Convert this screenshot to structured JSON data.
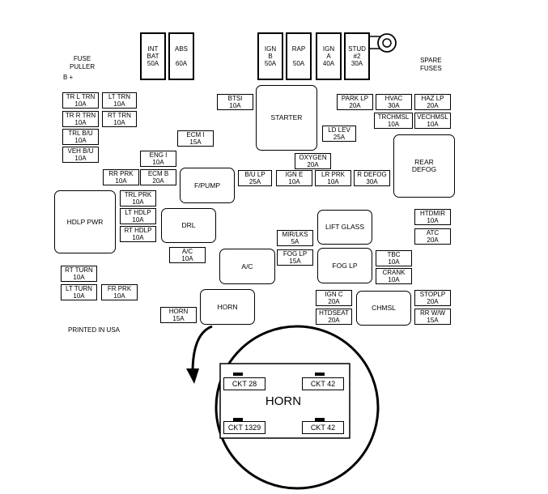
{
  "labels": {
    "fuse_puller": "FUSE\nPULLER",
    "b_plus": "B +",
    "spare_fuses": "SPARE\nFUSES",
    "printed": "PRINTED IN USA"
  },
  "fuses": {
    "int_bat": "INT\nBAT\n50A",
    "abs": "ABS\n\n60A",
    "ign_b": "IGN\nB\n50A",
    "rap": "RAP\n\n50A",
    "ign_a": "IGN\nA\n40A",
    "stud2": "STUD\n#2\n30A",
    "tr_l_trn": "TR L TRN\n10A",
    "lt_trn": "LT TRN\n10A",
    "tr_r_trn": "TR R TRN\n10A",
    "rt_trn": "RT TRN\n10A",
    "trl_bu": "TRL B/U\n10A",
    "veh_bu": "VEH B/U\n10A",
    "btsi": "BTSI\n10A",
    "park_lp": "PARK LP\n20A",
    "hvac": "HVAC\n30A",
    "haz_lp": "HAZ LP\n20A",
    "trchmsl": "TRCHMSL\n10A",
    "vechmsl": "VECHMSL\n10A",
    "ld_lev": "LD LEV\n25A",
    "ecm_i": "ECM I\n15A",
    "eng_i": "ENG I\n10A",
    "oxygen": "OXYGEN\n20A",
    "rr_prk": "RR PRK\n10A",
    "ecm_b": "ECM B\n20A",
    "bu_lp": "B/U LP\n25A",
    "ign_e": "IGN E\n10A",
    "lr_prk": "LR PRK\n10A",
    "r_defog": "R DEFOG\n30A",
    "trl_prk": "TRL PRK\n10A",
    "lt_hdlp": "LT HDLP\n10A",
    "rt_hdlp": "RT HDLP\n10A",
    "htdmir": "HTDMIR\n10A",
    "atc": "ATC\n20A",
    "mir_lks": "MIR/LKS\n5A",
    "fog_lp": "FOG LP\n15A",
    "ac_fuse": "A/C\n10A",
    "tbc": "TBC\n10A",
    "crank": "CRANK\n10A",
    "rt_turn": "RT TURN\n10A",
    "lt_turn": "LT TURN\n10A",
    "fr_prk": "FR PRK\n10A",
    "ign_c": "IGN C\n20A",
    "stoplp": "STOPLP\n20A",
    "htdseat": "HTDSEAT\n20A",
    "rr_ww": "RR W/W\n15A",
    "horn_fuse": "HORN\n15A"
  },
  "relays": {
    "starter": "STARTER",
    "rear_defog": "REAR\nDEFOG",
    "fpump": "F/PUMP",
    "hdlp_pwr": "HDLP PWR",
    "drl": "DRL",
    "lift_glass": "LIFT GLASS",
    "ac": "A/C",
    "fog_lp": "FOG LP",
    "horn": "HORN",
    "chmsl": "CHMSL"
  },
  "horn_detail": {
    "title": "HORN",
    "ckt_28": "CKT 28",
    "ckt_42a": "CKT 42",
    "ckt_1329": "CKT 1329",
    "ckt_42b": "CKT 42"
  }
}
